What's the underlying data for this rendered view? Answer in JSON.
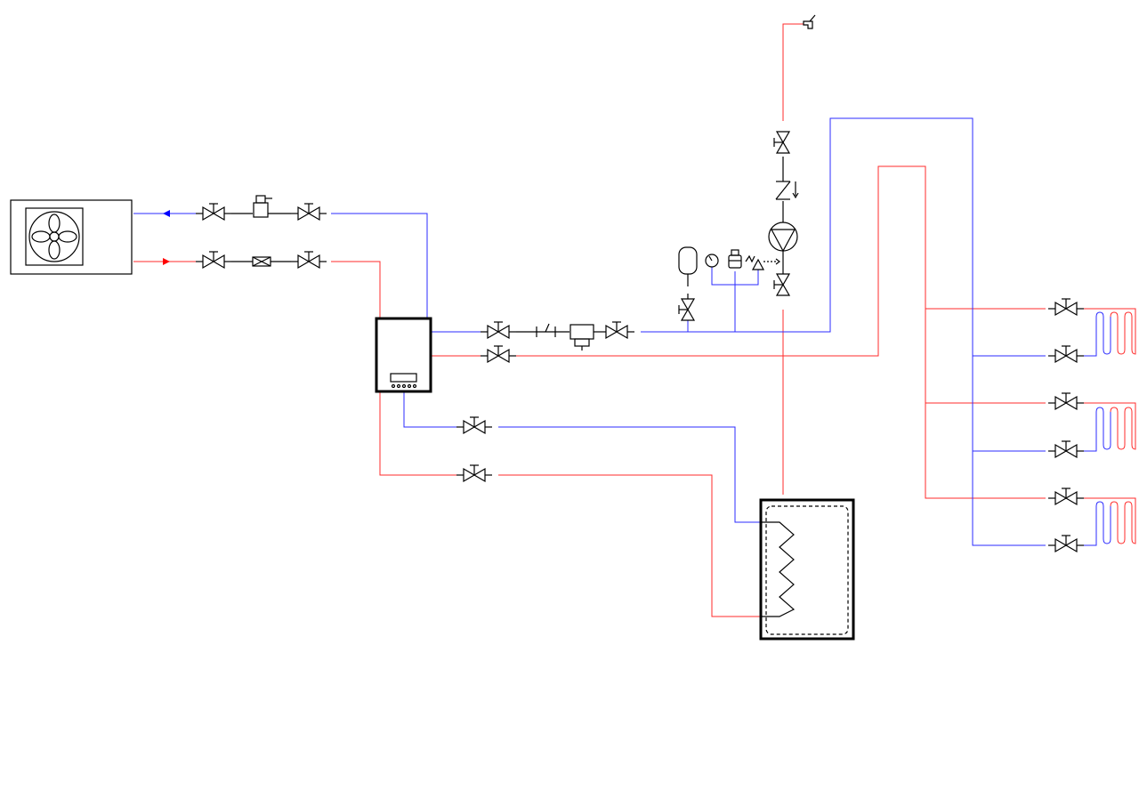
{
  "diagram": {
    "type": "hydraulic-heating-schematic",
    "colors": {
      "supply": "#ff2b2b",
      "return": "#2b2bff",
      "symbols": "#000000",
      "background": "#ffffff"
    },
    "components": [
      {
        "id": "outdoor-unit",
        "kind": "heat-pump-outdoor-unit",
        "icon": "fan-icon"
      },
      {
        "id": "indoor-unit",
        "kind": "boiler-controller",
        "icon": "control-panel-icon"
      },
      {
        "id": "dhw-tank",
        "kind": "domestic-hot-water-cylinder",
        "icon": "coil-icon"
      },
      {
        "id": "pump",
        "kind": "circulation-pump",
        "icon": "pump-icon"
      },
      {
        "id": "expansion-vessel",
        "kind": "expansion-vessel",
        "icon": "vessel-icon"
      },
      {
        "id": "pressure-gauge",
        "kind": "manometer",
        "icon": "gauge-icon"
      },
      {
        "id": "air-vent",
        "kind": "automatic-air-vent",
        "icon": "air-vent-icon"
      },
      {
        "id": "safety-valve",
        "kind": "safety-relief-valve",
        "icon": "safety-valve-icon"
      },
      {
        "id": "check-valve",
        "kind": "non-return-valve",
        "icon": "check-valve-icon"
      },
      {
        "id": "magnetic-filter",
        "kind": "dirt-separator",
        "icon": "filter-icon"
      },
      {
        "id": "flow-switch",
        "kind": "flow-switch",
        "icon": "flow-switch-icon"
      },
      {
        "id": "strainer",
        "kind": "strainer",
        "icon": "strainer-icon"
      },
      {
        "id": "tap",
        "kind": "hot-water-tap",
        "icon": "tap-icon"
      },
      {
        "id": "floor-loops",
        "kind": "underfloor-heating-circuits",
        "count": 3,
        "icon": "floor-loop-icon"
      }
    ]
  }
}
